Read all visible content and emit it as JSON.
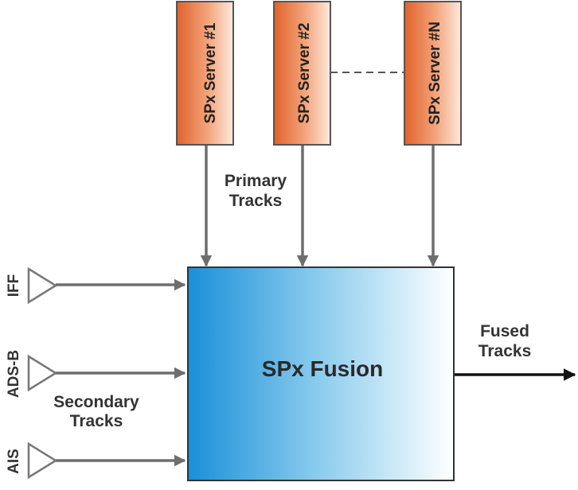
{
  "servers": [
    {
      "label": "SPx Server #1"
    },
    {
      "label": "SPx Server #2"
    },
    {
      "label": "SPx Server #N"
    }
  ],
  "primary_tracks": {
    "line1": "Primary",
    "line2": "Tracks"
  },
  "sensors": [
    {
      "label": "IFF"
    },
    {
      "label": "ADS-B"
    },
    {
      "label": "AIS"
    }
  ],
  "secondary_tracks": {
    "line1": "Secondary",
    "line2": "Tracks"
  },
  "fusion": {
    "label": "SPx Fusion"
  },
  "fused_tracks": {
    "line1": "Fused",
    "line2": "Tracks"
  },
  "colors": {
    "server_fill_dark": "#e0622a",
    "server_fill_light": "#fde9dc",
    "server_border": "#555555",
    "fusion_fill_dark": "#1a8fd8",
    "fusion_fill_light": "#ffffff",
    "arrow_gray": "#6e6e6e",
    "output_arrow": "#111111"
  }
}
